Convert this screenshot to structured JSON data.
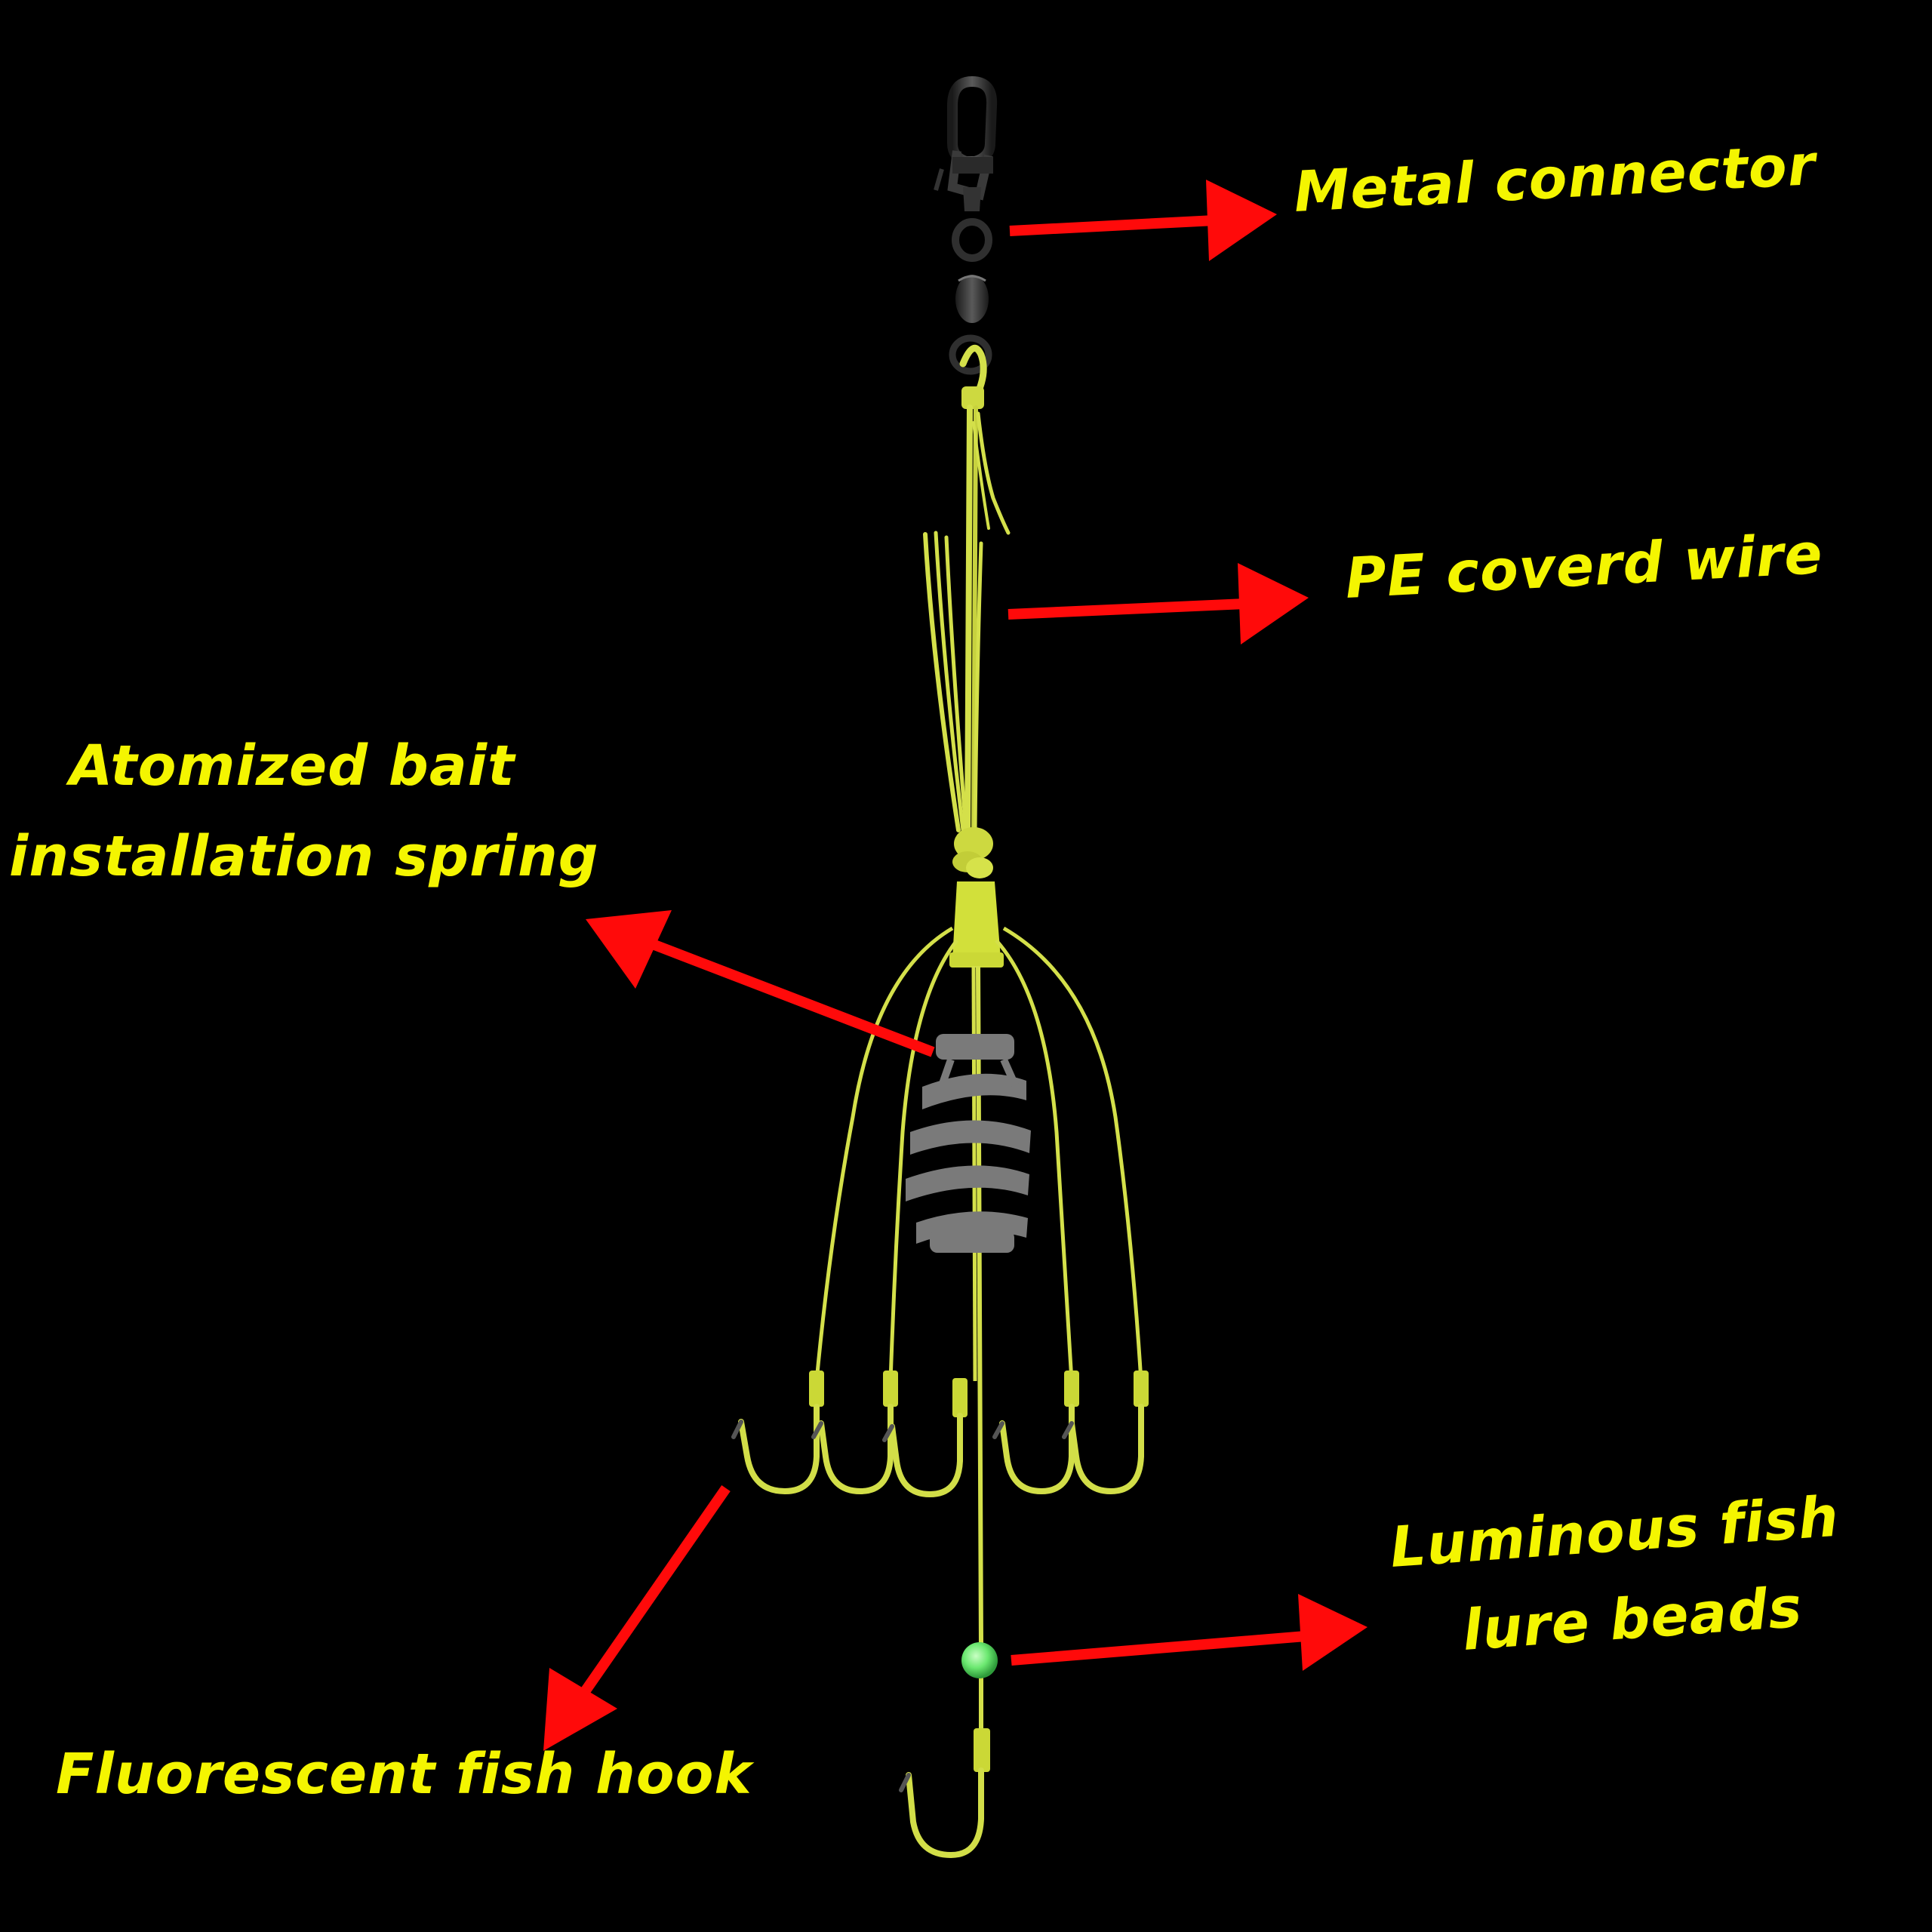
{
  "colors": {
    "background": "#000000",
    "label_text": "#f4f500",
    "arrow": "#ff0a0a",
    "wire": "#d4e04a",
    "metal": "#2e2e2e",
    "spring": "#7a7a7a",
    "bead": "#6be870"
  },
  "labels": {
    "metal_connector": "Metal connector",
    "pe_wire": "PE coverd wire",
    "spring_line1": "Atomized bait",
    "spring_line2": "installation spring",
    "beads_line1": "Luminous fish",
    "beads_line2": "lure beads",
    "hook": "Fluorescent fish hook"
  }
}
